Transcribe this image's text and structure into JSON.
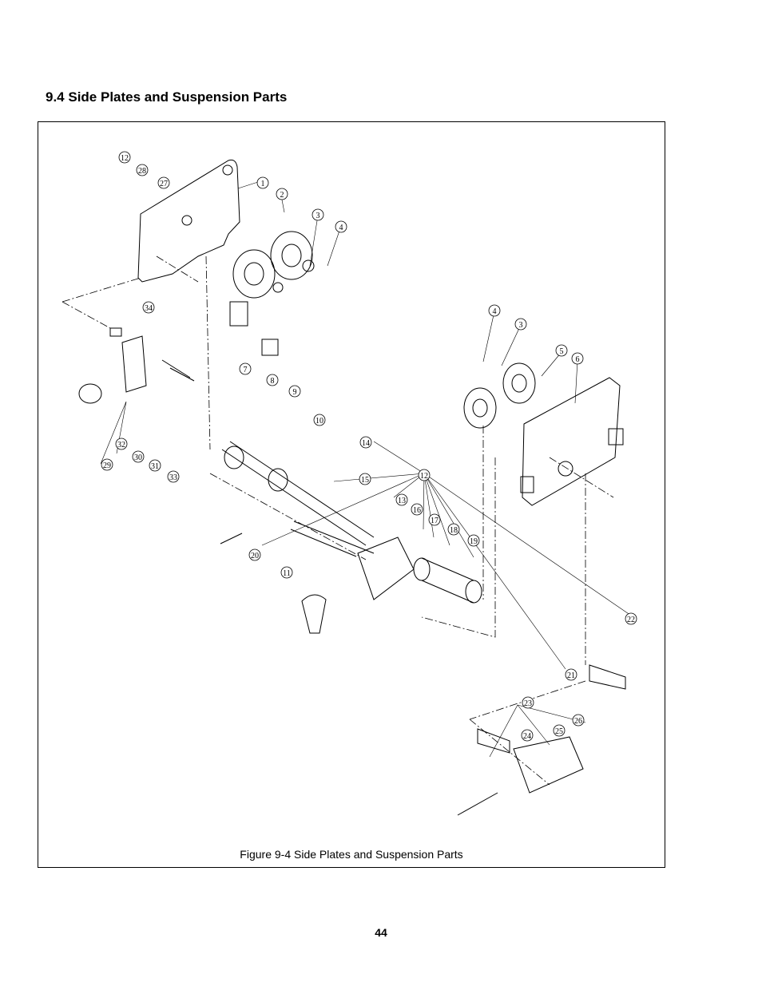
{
  "section": {
    "title": "9.4 Side Plates and Suspension Parts"
  },
  "figure": {
    "caption": "Figure 9-4  Side Plates and Suspension Parts",
    "callouts": [
      "1",
      "2",
      "3",
      "4",
      "5",
      "6",
      "7",
      "8",
      "9",
      "10",
      "11",
      "12",
      "13",
      "14",
      "15",
      "16",
      "17",
      "18",
      "19",
      "20",
      "21",
      "22",
      "23",
      "24",
      "25",
      "26",
      "27",
      "28",
      "29",
      "30",
      "31",
      "32",
      "33",
      "34"
    ]
  },
  "page": {
    "number": "44"
  }
}
